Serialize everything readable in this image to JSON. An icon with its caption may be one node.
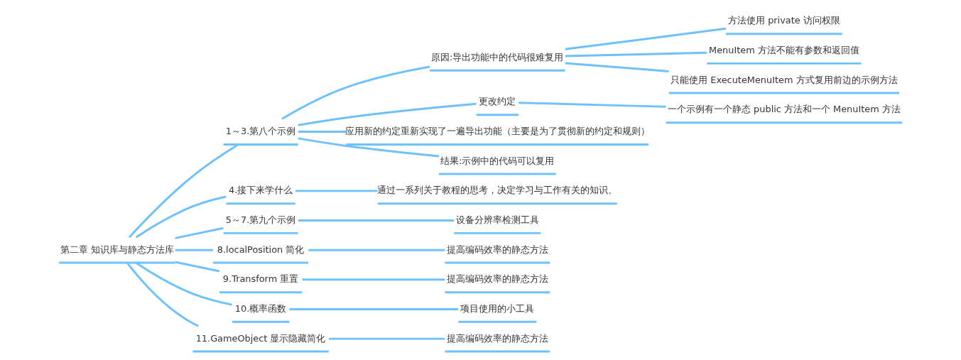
{
  "diagram": {
    "nodes": [
      {
        "text": [
          "第二章 知识库与静态方法库"
        ]
      },
      {
        "text": [
          "1～3.第八个示例"
        ]
      },
      {
        "text": [
          "原因:导出功能中的代码很难复用"
        ]
      },
      {
        "text": [
          "方法使用 private 访问权限"
        ]
      },
      {
        "text": [
          "MenuItem 方法不能有参数和返回值"
        ]
      },
      {
        "text": [
          "只能使用 ExecuteMenuItem 方式复用前边的示例方法"
        ]
      },
      {
        "text": [
          "更改约定"
        ]
      },
      {
        "text": [
          "一个示例有一个静态 public 方法和一个 MenuItem 方法"
        ]
      },
      {
        "text": [
          "应用新的约定重新实现了一遍导出功能（主要是为了贯彻新的约定和规则）"
        ]
      },
      {
        "text": [
          "结果:示例中的代码可以复用"
        ]
      },
      {
        "text": [
          "4.接下来学什么"
        ]
      },
      {
        "text": [
          "通过一系列关于教程的思考，决定学习与工作有关的知识。"
        ]
      },
      {
        "text": [
          "5～7.第九个示例"
        ]
      },
      {
        "text": [
          "设备分辨率检测工具"
        ]
      },
      {
        "text": [
          "8.localPosition 简化"
        ]
      },
      {
        "text": [
          "提高编码效率的静态方法"
        ]
      },
      {
        "text": [
          "9.Transform 重置"
        ]
      },
      {
        "text": [
          "提高编码效率的静态方法"
        ]
      },
      {
        "text": [
          "10.概率函数"
        ]
      },
      {
        "text": [
          "项目使用的小工具"
        ]
      },
      {
        "text": [
          "11.GameObject 显示隐藏简化"
        ]
      },
      {
        "text": [
          "提高编码效率的静态方法"
        ]
      }
    ],
    "edges": [
      {
        "from": 0,
        "to": 1,
        "arrow": "none"
      },
      {
        "from": 1,
        "to": 2,
        "arrow": "none"
      },
      {
        "from": 2,
        "to": 3,
        "arrow": "none"
      },
      {
        "from": 2,
        "to": 4,
        "arrow": "none"
      },
      {
        "from": 2,
        "to": 5,
        "arrow": "none"
      },
      {
        "from": 1,
        "to": 6,
        "arrow": "none"
      },
      {
        "from": 6,
        "to": 7,
        "arrow": "none"
      },
      {
        "from": 1,
        "to": 8,
        "arrow": "none"
      },
      {
        "from": 1,
        "to": 9,
        "arrow": "none"
      },
      {
        "from": 0,
        "to": 10,
        "arrow": "none"
      },
      {
        "from": 10,
        "to": 11,
        "arrow": "none"
      },
      {
        "from": 0,
        "to": 12,
        "arrow": "none"
      },
      {
        "from": 12,
        "to": 13,
        "arrow": "none"
      },
      {
        "from": 0,
        "to": 14,
        "arrow": "none"
      },
      {
        "from": 14,
        "to": 15,
        "arrow": "none"
      },
      {
        "from": 0,
        "to": 16,
        "arrow": "none"
      },
      {
        "from": 16,
        "to": 17,
        "arrow": "none"
      },
      {
        "from": 0,
        "to": 18,
        "arrow": "none"
      },
      {
        "from": 18,
        "to": 19,
        "arrow": "none"
      },
      {
        "from": 0,
        "to": 20,
        "arrow": "none"
      },
      {
        "from": 20,
        "to": 21,
        "arrow": "none"
      }
    ]
  }
}
